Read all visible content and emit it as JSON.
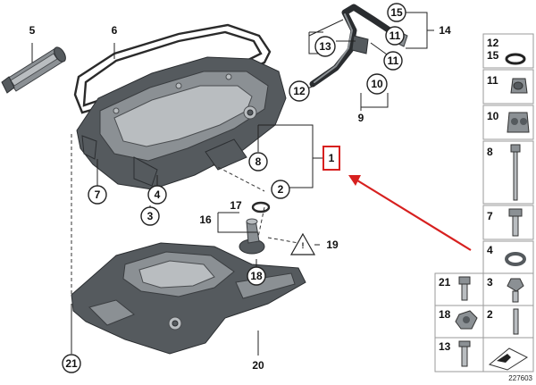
{
  "diagram_ref": "227603",
  "highlighted_part": "1",
  "callouts": {
    "c1": "1",
    "c2": "2",
    "c3": "3",
    "c4": "4",
    "c5": "5",
    "c6": "6",
    "c7": "7",
    "c8": "8",
    "c9": "9",
    "c10": "10",
    "c11a": "11",
    "c11b": "11",
    "c12": "12",
    "c13": "13",
    "c14": "14",
    "c15": "15",
    "c16": "16",
    "c17": "17",
    "c18": "18",
    "c19": "19",
    "c20": "20",
    "c21": "21"
  },
  "side_panel": [
    {
      "label": "12",
      "label2": "15",
      "part": "seal-ring-icon"
    },
    {
      "label": "11",
      "part": "hose-clip-icon"
    },
    {
      "label": "10",
      "part": "double-clip-icon"
    },
    {
      "label": "8",
      "part": "long-bolt-icon"
    },
    {
      "label": "7",
      "part": "flange-bolt-icon"
    },
    {
      "label": "4",
      "part": "washer-ring-icon"
    }
  ],
  "bottom_panel": [
    {
      "label": "21",
      "part": "hex-bolt-icon"
    },
    {
      "label": "3",
      "part": "hex-screw-icon"
    },
    {
      "label": "18",
      "part": "nut-icon"
    },
    {
      "label": "2",
      "part": "stud-icon"
    },
    {
      "label": "13",
      "part": "screw-icon"
    },
    {
      "label": "",
      "part": "arrow-plate-icon"
    }
  ],
  "colors": {
    "highlight": "#d7201f",
    "line": "#222222",
    "part_dark": "#555a5e"
  }
}
